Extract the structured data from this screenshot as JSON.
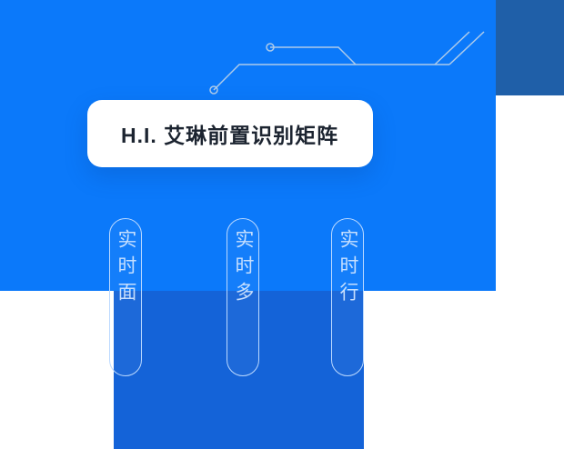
{
  "hero": {
    "title": "H.I. 艾琳前置识别矩阵"
  },
  "capsules": [
    {
      "label": "实时面"
    },
    {
      "label": "实时多"
    },
    {
      "label": "实时行"
    }
  ],
  "colors": {
    "primary": "#0B79FA",
    "dark_panel": "#1F5FA8",
    "lower_panel": "#1463D8",
    "circuit_line": "#AECBEA",
    "capsule_border": "#BBD9FF",
    "capsule_text": "#D6E8FF",
    "title_text": "#1C2430",
    "card_bg": "#FFFFFF"
  }
}
